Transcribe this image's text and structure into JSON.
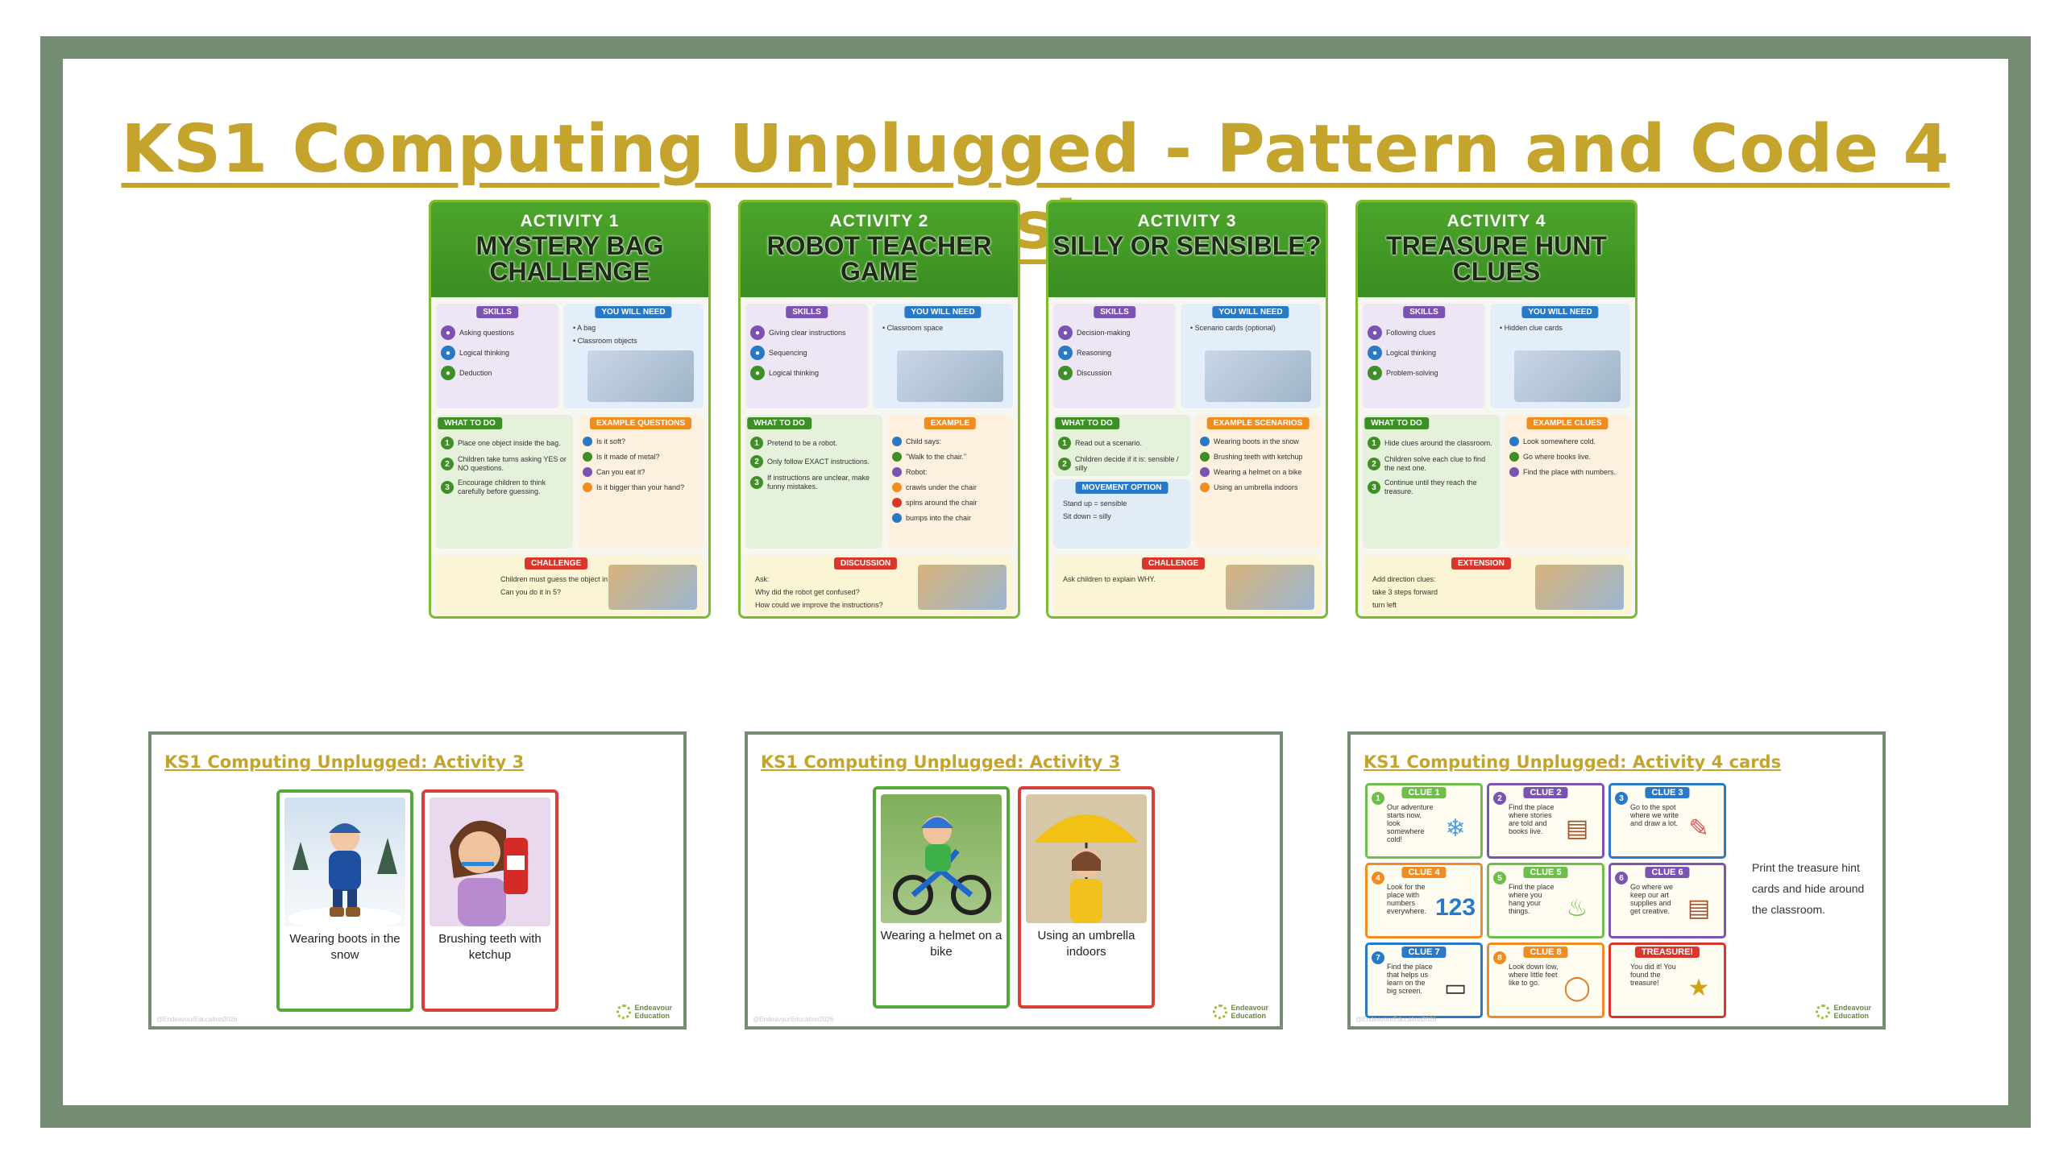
{
  "title": "KS1 Computing Unplugged - Pattern and Code 4 Tasks",
  "posters": [
    {
      "activity": "ACTIVITY 1",
      "name": "MYSTERY BAG CHALLENGE",
      "skills_h": "SKILLS",
      "skills": [
        "Asking questions",
        "Logical thinking",
        "Deduction"
      ],
      "need_h": "YOU WILL NEED",
      "need": [
        "A bag",
        "Classroom objects"
      ],
      "todo_h": "WHAT TO DO",
      "todo": [
        "Place one object inside the bag.",
        "Children take turns asking YES or NO questions.",
        "Encourage children to think carefully before guessing."
      ],
      "ex_h": "EXAMPLE QUESTIONS",
      "ex": [
        "Is it soft?",
        "Is it made of metal?",
        "Can you eat it?",
        "Is it bigger than your hand?"
      ],
      "extra_h": "CHALLENGE",
      "extra": [
        "Children must guess the object in only 5 questions.",
        "Can you do it in 5?"
      ]
    },
    {
      "activity": "ACTIVITY 2",
      "name": "ROBOT TEACHER GAME",
      "skills_h": "SKILLS",
      "skills": [
        "Giving clear instructions",
        "Sequencing",
        "Logical thinking"
      ],
      "need_h": "YOU WILL NEED",
      "need": [
        "Classroom space"
      ],
      "todo_h": "WHAT TO DO",
      "todo": [
        "Pretend to be a robot.",
        "Only follow EXACT instructions.",
        "If instructions are unclear, make funny mistakes."
      ],
      "ex_h": "EXAMPLE",
      "ex": [
        "Child says:",
        "\"Walk to the chair.\"",
        "Robot:",
        "crawls under the chair",
        "spins around the chair",
        "bumps into the chair"
      ],
      "extra_h": "DISCUSSION",
      "extra": [
        "Ask:",
        "Why did the robot get confused?",
        "How could we improve the instructions?"
      ]
    },
    {
      "activity": "ACTIVITY 3",
      "name": "SILLY OR SENSIBLE?",
      "skills_h": "SKILLS",
      "skills": [
        "Decision-making",
        "Reasoning",
        "Discussion"
      ],
      "need_h": "YOU WILL NEED",
      "need": [
        "Scenario cards (optional)"
      ],
      "todo_h": "WHAT TO DO",
      "todo": [
        "Read out a scenario.",
        "Children decide if it is: sensible / silly"
      ],
      "ex_h": "EXAMPLE SCENARIOS",
      "ex": [
        "Wearing boots in the snow",
        "Brushing teeth with ketchup",
        "Wearing a helmet on a bike",
        "Using an umbrella indoors"
      ],
      "move_h": "MOVEMENT OPTION",
      "move": [
        "Stand up = sensible",
        "Sit down = silly"
      ],
      "extra_h": "CHALLENGE",
      "extra": [
        "Ask children to explain WHY."
      ]
    },
    {
      "activity": "ACTIVITY 4",
      "name": "TREASURE HUNT CLUES",
      "skills_h": "SKILLS",
      "skills": [
        "Following clues",
        "Logical thinking",
        "Problem-solving"
      ],
      "need_h": "YOU WILL NEED",
      "need": [
        "Hidden clue cards"
      ],
      "todo_h": "WHAT TO DO",
      "todo": [
        "Hide clues around the classroom.",
        "Children solve each clue to find the next one.",
        "Continue until they reach the treasure."
      ],
      "ex_h": "EXAMPLE CLUES",
      "ex": [
        "Look somewhere cold.",
        "Go where books live.",
        "Find the place with numbers."
      ],
      "extra_h": "EXTENSION",
      "extra": [
        "Add direction clues:",
        "take 3 steps forward",
        "turn left"
      ]
    }
  ],
  "slides": [
    {
      "title": "KS1 Computing Unplugged: Activity 3",
      "cards": [
        "Wearing boots in the snow",
        "Brushing teeth with ketchup"
      ],
      "copyright": "@EndeavourEducation2026",
      "logo": [
        "Endeavour",
        "Education"
      ]
    },
    {
      "title": "KS1 Computing Unplugged: Activity 3",
      "cards": [
        "Wearing a helmet on a bike",
        "Using an umbrella indoors"
      ],
      "copyright": "@EndeavourEducation2026",
      "logo": [
        "Endeavour",
        "Education"
      ]
    },
    {
      "title": "KS1 Computing Unplugged: Activity 4 cards",
      "clues": [
        {
          "h": "CLUE 1",
          "n": "1",
          "t": "Our adventure starts now, look somewhere cold!"
        },
        {
          "h": "CLUE 2",
          "n": "2",
          "t": "Find the place where stories are told and books live."
        },
        {
          "h": "CLUE 3",
          "n": "3",
          "t": "Go to the spot where we write and draw a lot."
        },
        {
          "h": "CLUE 4",
          "n": "4",
          "t": "Look for the place with numbers everywhere."
        },
        {
          "h": "CLUE 5",
          "n": "5",
          "t": "Find the place where you hang your things."
        },
        {
          "h": "CLUE 6",
          "n": "6",
          "t": "Go where we keep our art supplies and get creative."
        },
        {
          "h": "CLUE 7",
          "n": "7",
          "t": "Find the place that helps us learn on the big screen."
        },
        {
          "h": "CLUE 8",
          "n": "8",
          "t": "Look down low, where little feet like to go."
        },
        {
          "h": "TREASURE!",
          "n": "",
          "t": "You did it! You found the treasure!"
        }
      ],
      "side_text": "Print the treasure hint cards and hide around the classroom.",
      "copyright": "@EndeavourEducation2026",
      "logo": [
        "Endeavour",
        "Education"
      ]
    }
  ],
  "colors": {
    "frame": "#748c72",
    "gold": "#c4a42d",
    "green": "#52a938",
    "red": "#d8403a"
  }
}
